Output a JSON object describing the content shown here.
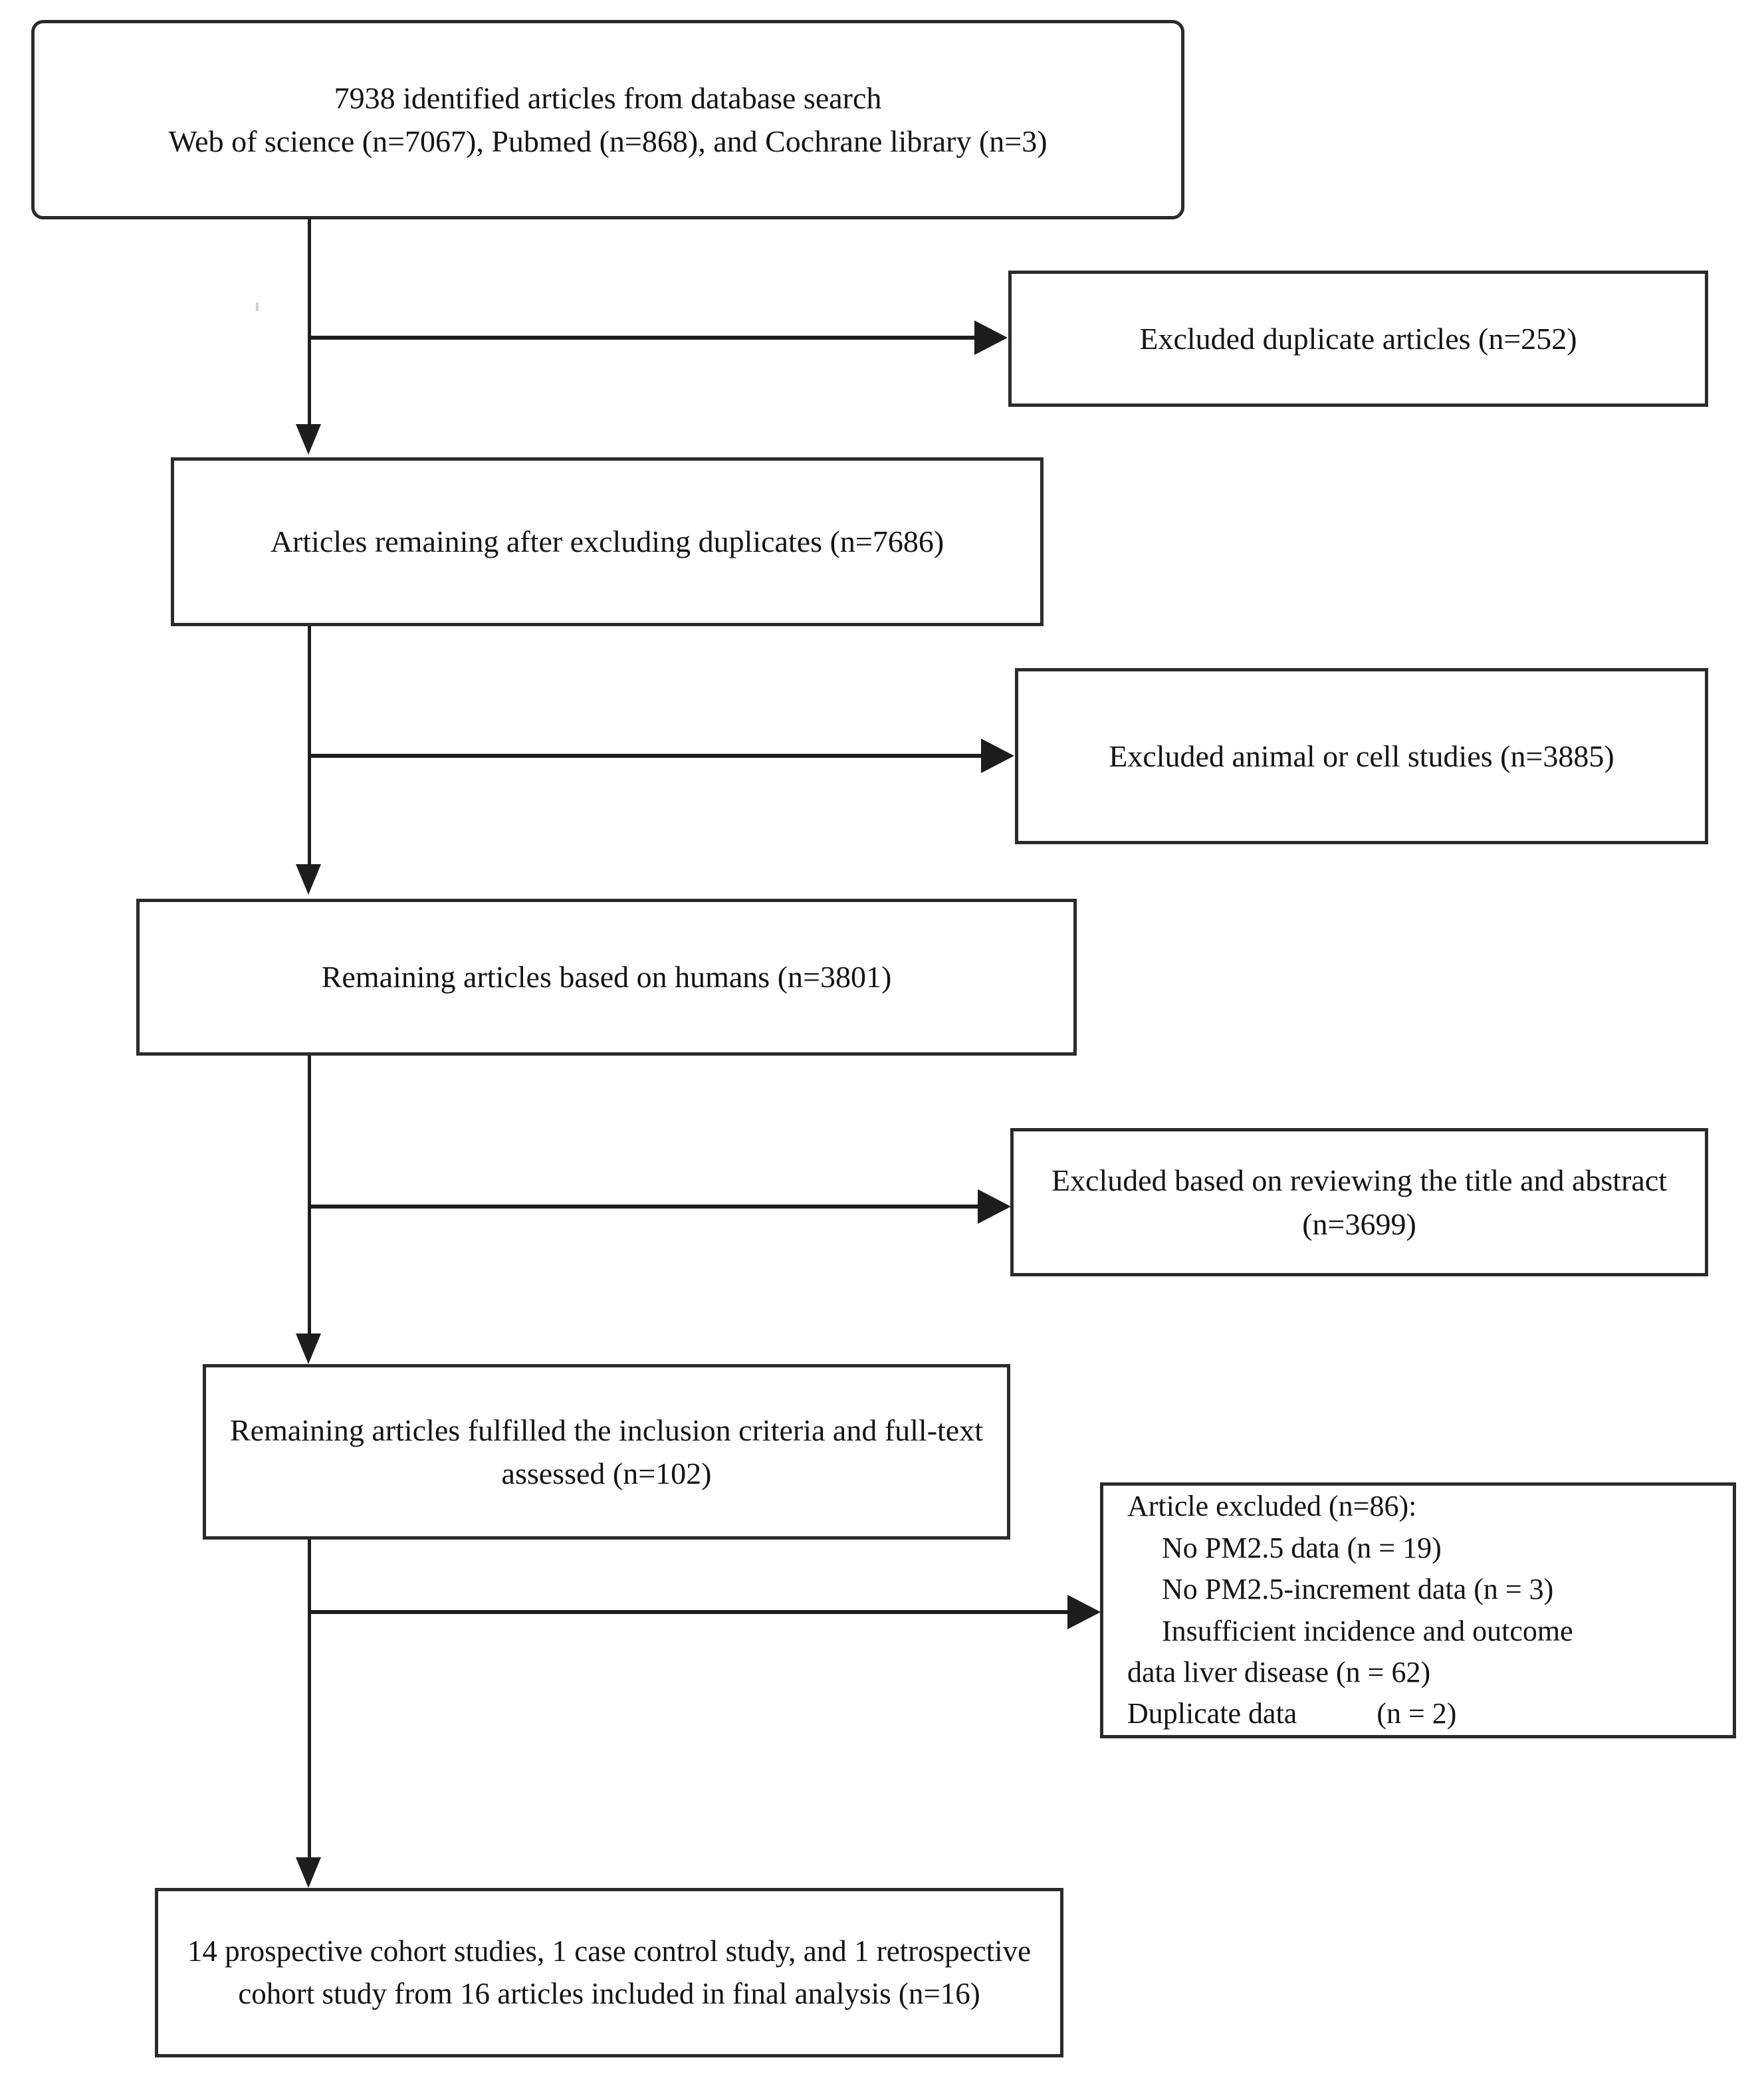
{
  "diagram": {
    "title": "PRISMA study selection flow diagram",
    "type": "flowchart",
    "stroke_color": "#2b2b2b",
    "background_color": "#ffffff",
    "text_color": "#141414"
  },
  "boxes": {
    "identified": {
      "line1": "7938 identified articles from database search",
      "line2": "Web of science (n=7067), Pubmed (n=868), and  Cochrane library (n=3)",
      "text": "7938 identified articles from database search\nWeb of science (n=7067), Pubmed (n=868), and  Cochrane library (n=3)"
    },
    "excluded_duplicates": {
      "text": "Excluded duplicate articles (n=252)"
    },
    "after_duplicates": {
      "text": "Articles remaining after excluding duplicates (n=7686)"
    },
    "excluded_animal_cell": {
      "text": "Excluded animal or cell studies (n=3885)"
    },
    "humans": {
      "text": "Remaining  articles  based on humans (n=3801)"
    },
    "excluded_title_abstract": {
      "text": "Excluded based on reviewing the title and abstract (n=3699)"
    },
    "fulltext_assessed": {
      "text": "Remaining  articles fulfilled the inclusion criteria and full-text assessed (n=102)"
    },
    "article_excluded": {
      "header": "Article excluded (n=86):",
      "reasons": [
        "No PM2.5 data (n = 19)",
        "No PM2.5-increment data (n = 3)",
        "Insufficient incidence and outcome",
        "data liver disease (n = 62)",
        "Duplicate  data"
      ],
      "duplicate_count": "(n = 2)"
    },
    "final_included": {
      "text": "14 prospective cohort studies, 1 case control study, and 1 retrospective cohort study from 16 articles included in final analysis (n=16)"
    }
  },
  "counts": {
    "identified_total": 7938,
    "web_of_science": 7067,
    "pubmed": 868,
    "cochrane_library": 3,
    "excluded_duplicates": 252,
    "after_duplicates": 7686,
    "excluded_animal_cell": 3885,
    "humans": 3801,
    "excluded_title_abstract": 3699,
    "fulltext_assessed": 102,
    "article_excluded_total": 86,
    "no_pm25_data": 19,
    "no_pm25_increment_data": 3,
    "insufficient_incidence_outcome": 62,
    "duplicate_data": 2,
    "final_included": 16,
    "prospective_cohort_studies": 14,
    "case_control_studies": 1,
    "retrospective_cohort_studies": 1
  }
}
